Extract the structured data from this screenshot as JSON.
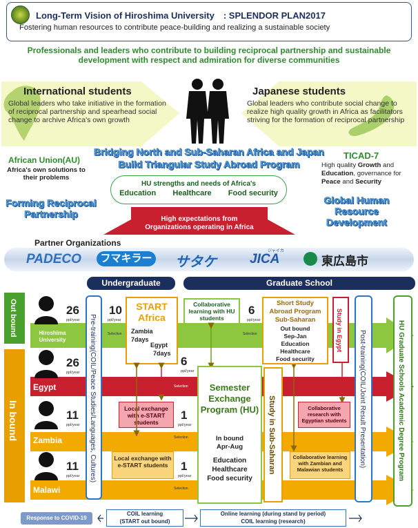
{
  "header": {
    "title": "Long-Term Vision of Hiroshima University　: SPLENDOR PLAN2017",
    "subtitle": "Fostering human resources to contribute peace-building and realizing a sustainable society"
  },
  "tagline": "Professionals and leaders who contribute to building reciprocal partnership and sustainable development with respect and admiration for diverse communities",
  "intl": {
    "title": "International students",
    "desc": "Global leaders who take initiative in the formation of reciprocal partnership and spearhead social change to archive Africa's own growth"
  },
  "japan": {
    "title": "Japanese students",
    "desc": "Global leaders who contribute social change to realize high quality growth in Africa as facilitators striving for the formation of reciprocal partnership"
  },
  "au": {
    "title": "African Union(AU)",
    "desc": "Africa's own solutions to their problems"
  },
  "ticad": {
    "title": "TICAD-7",
    "desc_pre": "High quality ",
    "growth": "Growth",
    "and1": " and",
    "education": "Education",
    "desc_mid": ", governance for ",
    "peace": "Peace",
    "and2": " and ",
    "security": "Security"
  },
  "bridge": {
    "line1": "Bridging North and Sub-Saharan Africa and Japan",
    "line2": "Build Triangular Study Abroad Program"
  },
  "hu_strengths": {
    "title": "HU strengths and needs of Africa's",
    "items": [
      "Education",
      "Healthcare",
      "Food security"
    ]
  },
  "left_slogan": "Forming Reciprocal Partnership",
  "right_slogan": "Global Human Resource Development",
  "expectations": {
    "line1": "High expectations from",
    "line2": "Organizations operating in Africa"
  },
  "partners": {
    "label": "Partner Organizations",
    "logos": [
      "PADECO",
      "フマキラー",
      "サタケ",
      "JICA",
      "東広島市"
    ],
    "jica_sub": "ジャイカ"
  },
  "columns": {
    "undergrad": "Undergraduate",
    "grad": "Graduate School"
  },
  "outbound": {
    "label": "Out bound",
    "univ": "Hiroshima University",
    "count": "26",
    "unit": "ppl/year"
  },
  "inbound": {
    "label": "In bound"
  },
  "rows": [
    {
      "name": "Egypt",
      "count": "26",
      "unit": "ppl/year"
    },
    {
      "name": "Zambia",
      "count": "11",
      "unit": "ppl/year"
    },
    {
      "name": "Malawi",
      "count": "11",
      "unit": "ppl/year"
    }
  ],
  "pretraining": "Pre-training(COIL/Peace Studies/Languages, Cultures)",
  "start": {
    "title_line1": "START",
    "title_line2": "Africa",
    "zambia": "Zambia",
    "zambia_days": "7days",
    "egypt": "Egypt",
    "egypt_days": "7days",
    "count": "10",
    "unit": "ppl/year",
    "selection": "Selection"
  },
  "six_out": {
    "count": "6",
    "unit": "ppl/year",
    "selection": "Selection"
  },
  "six_in": {
    "count": "6",
    "unit": "ppl/year"
  },
  "collab_hu": "Collaborative learning with HU students",
  "local1": "Local exchange with e-START students",
  "local2": "Local exchange with e-START students",
  "one_a": {
    "count": "1",
    "unit": "ppl/year"
  },
  "one_b": {
    "count": "1",
    "unit": "ppl/year"
  },
  "selection_labels": [
    "Selection",
    "Selection",
    "Selection"
  ],
  "semester": {
    "title": "Semester Exchange Program (HU)",
    "sub1": "In bound",
    "sub2": "Apr-Aug",
    "topics": [
      "Education",
      "Healthcare",
      "Food security"
    ]
  },
  "study_sub": "Study in Sub-Saharan",
  "short_study": {
    "title_lines": [
      "Short Study",
      "Abroad Program",
      "Sub-Saharan"
    ],
    "sub_lines": [
      "Out bound",
      "Sep-Jan"
    ],
    "topics": [
      "Education",
      "Healthcare",
      "Food security"
    ]
  },
  "study_egypt": "Study in Egypt",
  "collab_egypt": "Collaborative research with Egyptian students",
  "collab_zm": "Collaborative learning with Zambian and Malawian students",
  "post_training": "Post-training(COIL/Joint Result Presentation)",
  "hu_grad": "HU Graduate Schools Academic Degree Program",
  "bottom": {
    "covid": "Response to COVID-19",
    "coil1_line1": "COIL learning",
    "coil1_line2": "(START out bound)",
    "coil2_line1": "Online learning (during stand by period)",
    "coil2_line2": "COIL learning (research)"
  },
  "colors": {
    "green_flow": "#8dc63f",
    "red_flow": "#c8202f",
    "orange_flow": "#f2a900",
    "navy": "#1b2f5c",
    "blue_outline": "#2f74c0"
  }
}
